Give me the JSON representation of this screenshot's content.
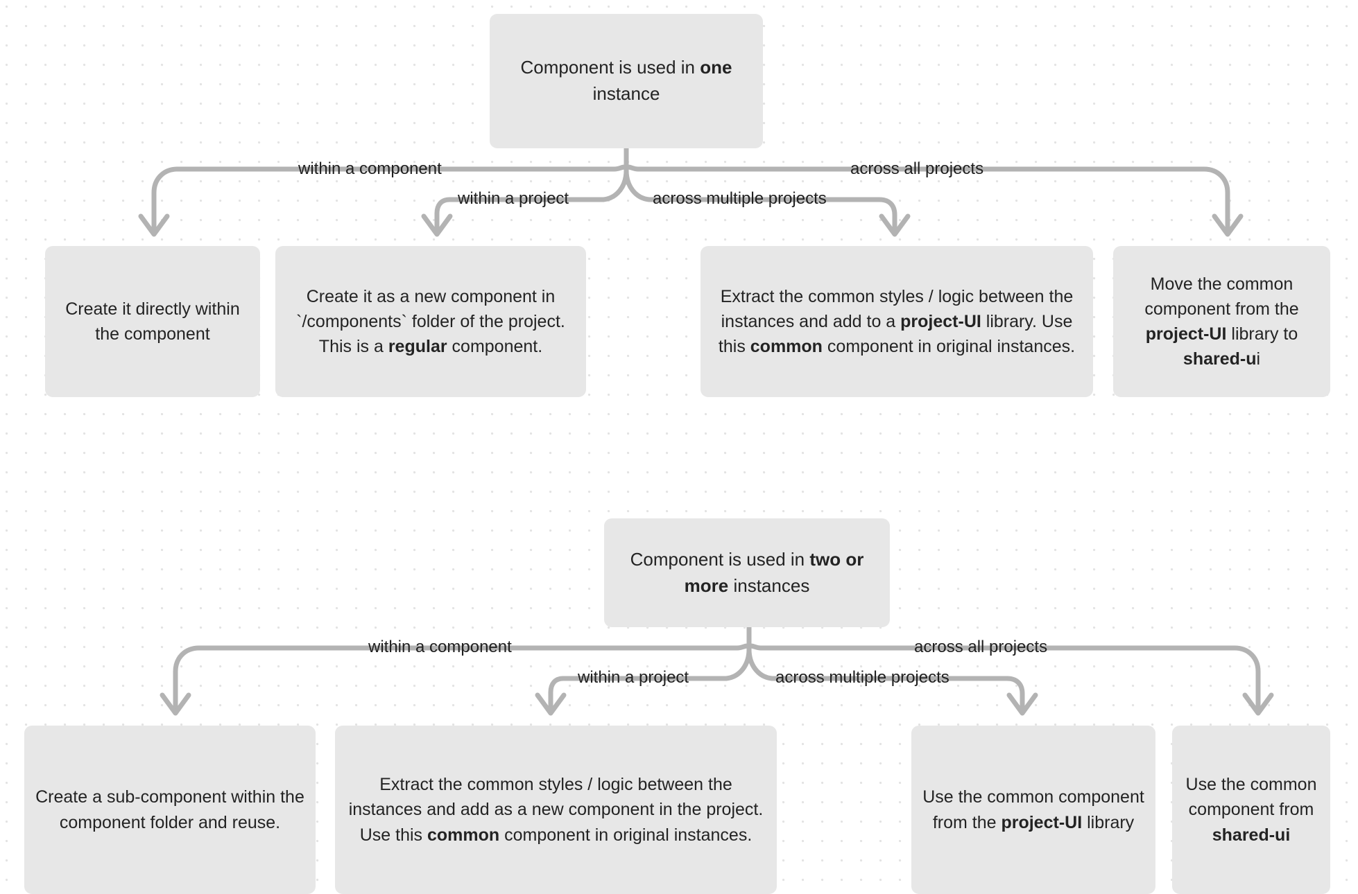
{
  "diagram": {
    "type": "decision-tree",
    "title": "Component reuse decision tree",
    "background": "#ffffff",
    "node_fill": "#e7e7e7",
    "wire_color": "#b3b3b3",
    "text_color": "#232323",
    "trees": [
      {
        "id": "tree-one-instance",
        "root": {
          "text_parts": [
            {
              "t": "Component is used in ",
              "bold": false
            },
            {
              "t": "one",
              "bold": true
            },
            {
              "t": " instance",
              "bold": false
            }
          ],
          "plain": "Component is used in one instance"
        },
        "branches": [
          {
            "label": "within a component",
            "leaf_plain": "Create it directly within the component",
            "leaf_parts": [
              {
                "t": "Create it directly within the component",
                "bold": false
              }
            ]
          },
          {
            "label": "within a project",
            "leaf_plain": "Create it as a new component in `/components` folder of the project. This is a regular component.",
            "leaf_parts": [
              {
                "t": "Create it as a new component in `/components` folder of the project.",
                "bold": false
              },
              {
                "t": "\n",
                "bold": false
              },
              {
                "t": "This is a ",
                "bold": false
              },
              {
                "t": "regular",
                "bold": true
              },
              {
                "t": " component.",
                "bold": false
              }
            ]
          },
          {
            "label": "across multiple projects",
            "leaf_plain": "Extract the common styles / logic between the instances and add to a project-UI library. Use this common component in original instances.",
            "leaf_parts": [
              {
                "t": "Extract the common styles / logic between the instances and add to a ",
                "bold": false
              },
              {
                "t": "project-UI",
                "bold": true
              },
              {
                "t": " library. Use this ",
                "bold": false
              },
              {
                "t": "common",
                "bold": true
              },
              {
                "t": " component in original instances.",
                "bold": false
              }
            ]
          },
          {
            "label": "across all projects",
            "leaf_plain": "Move the common component from the project-UI library to shared-ui",
            "leaf_parts": [
              {
                "t": "Move the common component from the ",
                "bold": false
              },
              {
                "t": "project-UI",
                "bold": true
              },
              {
                "t": " library to ",
                "bold": false
              },
              {
                "t": "shared-u",
                "bold": true
              },
              {
                "t": "i",
                "bold": false
              }
            ]
          }
        ]
      },
      {
        "id": "tree-two-or-more-instances",
        "root": {
          "text_parts": [
            {
              "t": "Component is used in ",
              "bold": false
            },
            {
              "t": "two or more",
              "bold": true
            },
            {
              "t": " instances",
              "bold": false
            }
          ],
          "plain": "Component is used in two or more instances"
        },
        "branches": [
          {
            "label": "within a component",
            "leaf_plain": "Create a sub-component within the component folder and reuse.",
            "leaf_parts": [
              {
                "t": "Create a sub-component within the component folder and reuse.",
                "bold": false
              }
            ]
          },
          {
            "label": "within a project",
            "leaf_plain": "Extract the common styles / logic between the instances and add as a new component in the project. Use this common component in original instances.",
            "leaf_parts": [
              {
                "t": "Extract the common styles / logic between the instances and add as a new component in the project. Use this ",
                "bold": false
              },
              {
                "t": "common",
                "bold": true
              },
              {
                "t": " component in original instances.",
                "bold": false
              }
            ]
          },
          {
            "label": "across multiple projects",
            "leaf_plain": "Use the common component from the project-UI library",
            "leaf_parts": [
              {
                "t": "Use the common component from the ",
                "bold": false
              },
              {
                "t": "project-UI",
                "bold": true
              },
              {
                "t": " library",
                "bold": false
              }
            ]
          },
          {
            "label": "across all projects",
            "leaf_plain": "Use the common component from shared-ui",
            "leaf_parts": [
              {
                "t": "Use the common component from ",
                "bold": false
              },
              {
                "t": "shared-ui",
                "bold": true
              }
            ]
          }
        ]
      }
    ]
  }
}
